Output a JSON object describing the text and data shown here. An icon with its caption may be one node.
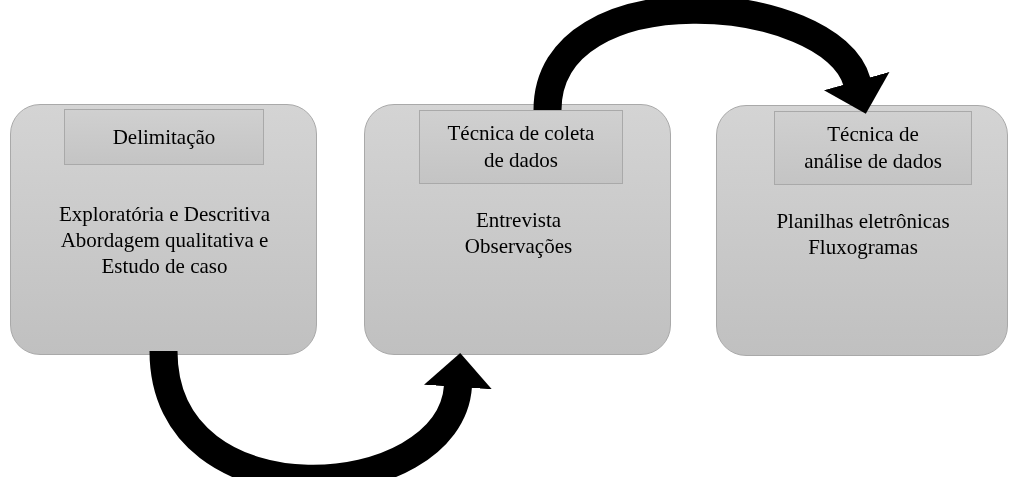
{
  "diagram": {
    "nodes": [
      {
        "text": [
          "Exploratória e Descritiva Abordagem qualitativa e Estudo de caso"
        ]
      },
      {
        "text": [
          "Delimitação"
        ],
        "in": 0
      },
      {
        "text": [
          "Entrevista Observações"
        ]
      },
      {
        "text": [
          "Técnica de coleta de dados"
        ],
        "in": 2
      },
      {
        "text": [
          "Planilhas eletrônicas Fluxogramas"
        ]
      },
      {
        "text": [
          "Técnica de análise de dados"
        ],
        "in": 4
      }
    ],
    "edges": [
      {
        "from": 0,
        "to": 2,
        "arrow": "to"
      },
      {
        "from": 2,
        "to": 4,
        "arrow": "to"
      }
    ]
  }
}
